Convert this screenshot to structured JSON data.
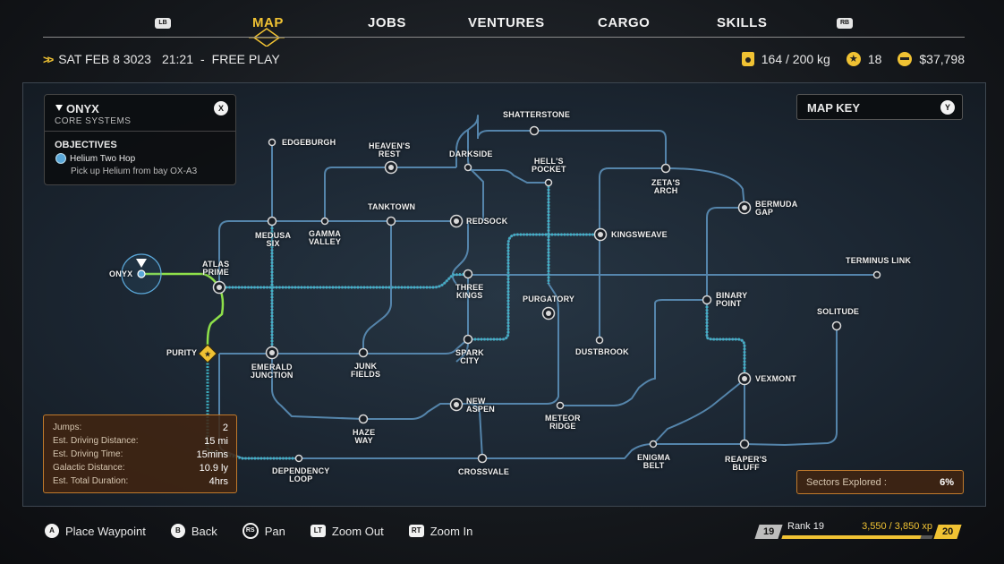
{
  "nav": {
    "left_button": "LB",
    "right_button": "RB",
    "tabs": [
      {
        "label": "MAP",
        "active": true
      },
      {
        "label": "JOBS",
        "active": false
      },
      {
        "label": "VENTURES",
        "active": false
      },
      {
        "label": "CARGO",
        "active": false
      },
      {
        "label": "SKILLS",
        "active": false
      }
    ]
  },
  "status": {
    "date": "SAT FEB 8 3023",
    "time": "21:21",
    "separator": "-",
    "mode": "FREE PLAY",
    "cargo": "164 / 200 kg",
    "stars": "18",
    "money": "$37,798"
  },
  "location_card": {
    "name": "ONYX",
    "region": "CORE SYSTEMS",
    "close_button": "X",
    "objectives_header": "OBJECTIVES",
    "objective_title": "Helium Two Hop",
    "objective_detail": "Pick up Helium from bay OX-A3"
  },
  "map_key": {
    "label": "MAP KEY",
    "button": "Y"
  },
  "travel": {
    "rows": [
      {
        "label": "Jumps:",
        "value": "2"
      },
      {
        "label": "Est. Driving Distance:",
        "value": "15 mi"
      },
      {
        "label": "Est. Driving Time:",
        "value": "15mins"
      },
      {
        "label": "Galactic Distance:",
        "value": "10.9 ly"
      },
      {
        "label": "Est. Total Duration:",
        "value": "4hrs"
      }
    ]
  },
  "sectors": {
    "label": "Sectors Explored :",
    "value": "6%"
  },
  "nodes": {
    "onyx": "ONYX",
    "atlas_prime": [
      "ATLAS",
      "PRIME"
    ],
    "purity": "PURITY",
    "edgeburgh": "EDGEBURGH",
    "medusa_six": [
      "MEDUSA",
      "SIX"
    ],
    "gamma_valley": [
      "GAMMA",
      "VALLEY"
    ],
    "heavens_rest": [
      "HEAVEN'S",
      "REST"
    ],
    "tanktown": "TANKTOWN",
    "darkside": "DARKSIDE",
    "redsock": "REDSOCK",
    "shatterstone": "SHATTERSTONE",
    "hells_pocket": [
      "HELL'S",
      "POCKET"
    ],
    "zetas_arch": [
      "ZETA'S",
      "ARCH"
    ],
    "bermuda_gap": [
      "BERMUDA",
      "GAP"
    ],
    "kingsweave": "KINGSWEAVE",
    "terminus_link": "TERMINUS LINK",
    "three_kings": [
      "THREE",
      "KINGS"
    ],
    "purgatory": "PURGATORY",
    "binary_point": [
      "BINARY",
      "POINT"
    ],
    "solitude": "SOLITUDE",
    "dustbrook": "DUSTBROOK",
    "emerald_junction": [
      "EMERALD",
      "JUNCTION"
    ],
    "junk_fields": [
      "JUNK",
      "FIELDS"
    ],
    "spark_city": [
      "SPARK",
      "CITY"
    ],
    "vexmont": "VEXMONT",
    "new_aspen": [
      "NEW",
      "ASPEN"
    ],
    "meteor_ridge": [
      "METEOR",
      "RIDGE"
    ],
    "haze_way": [
      "HAZE",
      "WAY"
    ],
    "dependency_loop": [
      "DEPENDENCY",
      "LOOP"
    ],
    "crossvale": "CROSSVALE",
    "enigma_belt": [
      "ENIGMA",
      "BELT"
    ],
    "reapers_bluff": [
      "REAPER'S",
      "BLUFF"
    ]
  },
  "controls": [
    {
      "button": "A",
      "label": "Place Waypoint"
    },
    {
      "button": "B",
      "label": "Back"
    },
    {
      "button": "RS",
      "label": "Pan"
    },
    {
      "button": "LT",
      "label": "Zoom Out"
    },
    {
      "button": "RT",
      "label": "Zoom In"
    }
  ],
  "rank": {
    "current": "19",
    "label": "Rank 19",
    "xp": "3,550 / 3,850 xp",
    "next": "20",
    "progress": 0.922
  },
  "colors": {
    "accent": "#f0c233",
    "route": "#5b8fb8",
    "active_route": "#8ee04a",
    "highlight_route": "#3fb7c9"
  }
}
